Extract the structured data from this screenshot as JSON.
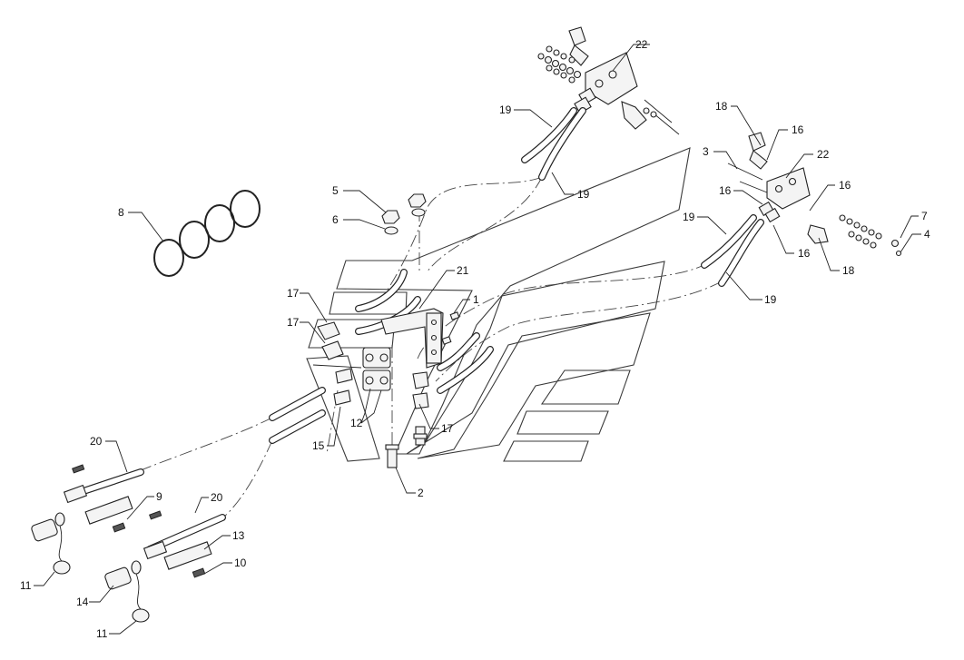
{
  "callouts": [
    {
      "id": "c1",
      "text": "22"
    },
    {
      "id": "c2",
      "text": "18"
    },
    {
      "id": "c3",
      "text": "16"
    },
    {
      "id": "c4",
      "text": "3"
    },
    {
      "id": "c5",
      "text": "22"
    },
    {
      "id": "c6",
      "text": "16"
    },
    {
      "id": "c7",
      "text": "16"
    },
    {
      "id": "c8",
      "text": "7"
    },
    {
      "id": "c9",
      "text": "4"
    },
    {
      "id": "c10",
      "text": "19"
    },
    {
      "id": "c11",
      "text": "16"
    },
    {
      "id": "c12",
      "text": "18"
    },
    {
      "id": "c13",
      "text": "19"
    },
    {
      "id": "c14",
      "text": "19"
    },
    {
      "id": "c15",
      "text": "19"
    },
    {
      "id": "c16",
      "text": "5"
    },
    {
      "id": "c17",
      "text": "6"
    },
    {
      "id": "c18",
      "text": "8"
    },
    {
      "id": "c19",
      "text": "21"
    },
    {
      "id": "c20",
      "text": "17"
    },
    {
      "id": "c21",
      "text": "1"
    },
    {
      "id": "c22",
      "text": "17"
    },
    {
      "id": "c23",
      "text": "12"
    },
    {
      "id": "c24",
      "text": "17"
    },
    {
      "id": "c25",
      "text": "15"
    },
    {
      "id": "c26",
      "text": "2"
    },
    {
      "id": "c27",
      "text": "20"
    },
    {
      "id": "c28",
      "text": "9"
    },
    {
      "id": "c29",
      "text": "20"
    },
    {
      "id": "c30",
      "text": "13"
    },
    {
      "id": "c31",
      "text": "10"
    },
    {
      "id": "c32",
      "text": "11"
    },
    {
      "id": "c33",
      "text": "14"
    },
    {
      "id": "c34",
      "text": "11"
    }
  ]
}
